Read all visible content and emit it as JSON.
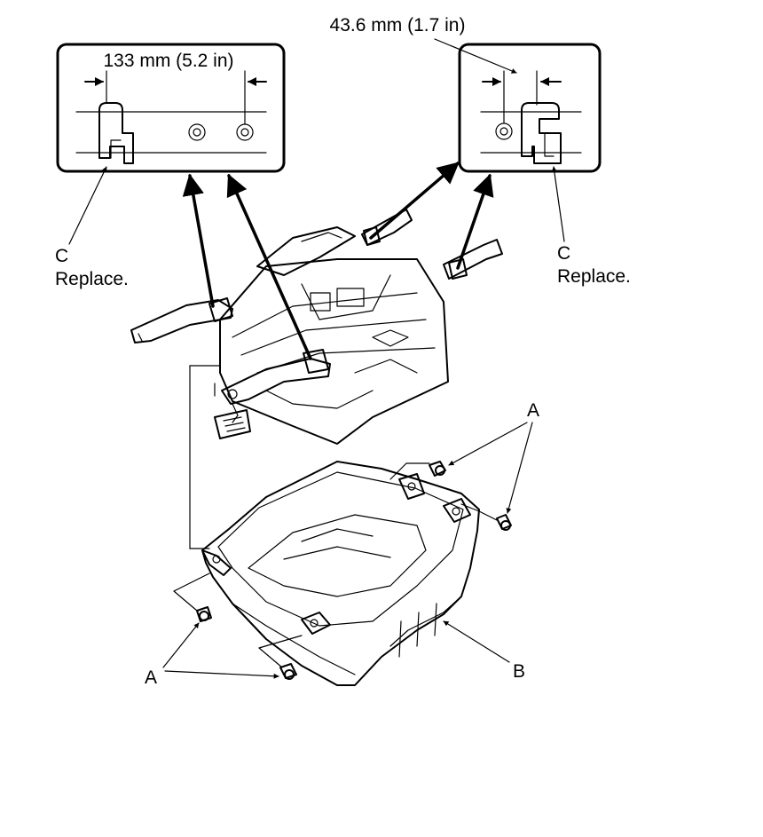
{
  "callouts": {
    "left_dimension": "133 mm (5.2 in)",
    "right_dimension": "43.6 mm (1.7 in)",
    "c_left": "C",
    "c_left_note": "Replace.",
    "c_right": "C",
    "c_right_note": "Replace.",
    "a_upper": "A",
    "a_lower": "A",
    "b_label": "B"
  },
  "colors": {
    "line": "#000000",
    "background": "#ffffff"
  }
}
